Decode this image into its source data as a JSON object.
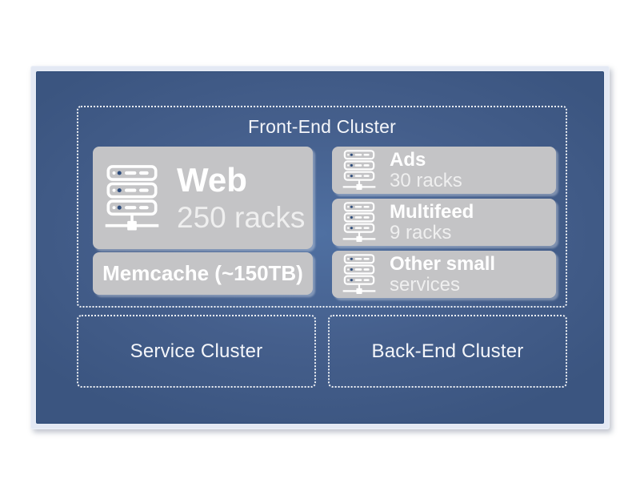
{
  "colors": {
    "slide_blue": "#46638f",
    "panel_gray": "#c4c4c6",
    "frame_light": "#e4e9f4",
    "text_white": "#ffffff",
    "led_navy": "#2e4d7d"
  },
  "diagram": {
    "front_end_cluster": {
      "title": "Front-End Cluster",
      "web": {
        "title": "Web",
        "subtitle": "250 racks"
      },
      "memcache": {
        "label": "Memcache (~150TB)"
      },
      "services": [
        {
          "title": "Ads",
          "subtitle": "30 racks"
        },
        {
          "title": "Multifeed",
          "subtitle": "9 racks"
        },
        {
          "title": "Other small",
          "subtitle": "services"
        }
      ]
    },
    "service_cluster": {
      "title": "Service Cluster"
    },
    "back_end_cluster": {
      "title": "Back-End Cluster"
    }
  }
}
